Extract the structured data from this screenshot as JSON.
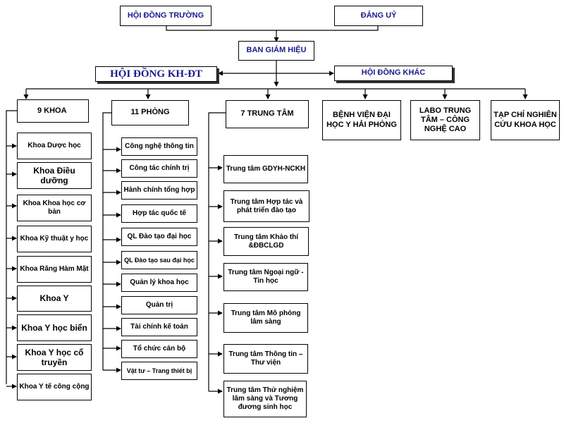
{
  "top": {
    "council": "HỘI ĐỒNG TRƯỜNG",
    "party": "ĐẢNG UỶ",
    "board": "BAN GIÁM HIỆU",
    "science_council": "HỘI ĐỒNG KH-ĐT",
    "other_councils": "HỘI ĐỒNG KHÁC"
  },
  "groups": {
    "faculties": "9 KHOA",
    "offices": "11 PHÒNG",
    "centers": "7 TRUNG TÂM",
    "hospital": "BỆNH VIỆN ĐẠI HỌC Y HẢI PHÒNG",
    "labo": "LABO TRUNG TÂM – CÔNG NGHỆ CAO",
    "journal": "TẠP CHÍ NGHIÊN CỨU KHOA HỌC"
  },
  "faculties": [
    "Khoa Dược học",
    "Khoa Điều dưỡng",
    "Khoa Khoa học cơ bản",
    "Khoa Kỹ thuật y học",
    "Khoa Răng Hàm Mặt",
    "Khoa Y",
    "Khoa Y học biển",
    "Khoa Y học cổ truyền",
    "Khoa Y tế công cộng"
  ],
  "offices": [
    "Công nghệ thông tin",
    "Công tác chính trị",
    "Hành chính tổng hợp",
    "Hợp tác quốc tế",
    "QL Đào tạo đại học",
    "QL Đào tạo sau đại học",
    "Quản lý khoa học",
    "Quản trị",
    "Tài chính kế toán",
    "Tổ chức cán bộ",
    "Vật tư – Trang thiết bị"
  ],
  "centers": [
    "Trung tâm GDYH-NCKH",
    "Trung tâm Hợp tác và phát triển đào tạo",
    "Trung tâm Khảo thí &ĐBCLGD",
    "Trung tâm Ngoại ngữ - Tin học",
    "Trung tâm Mô phỏng lâm sàng",
    "Trung tâm Thông tin – Thư viện",
    "Trung tâm Thử nghiệm lâm sàng và Tương đương sinh học"
  ]
}
